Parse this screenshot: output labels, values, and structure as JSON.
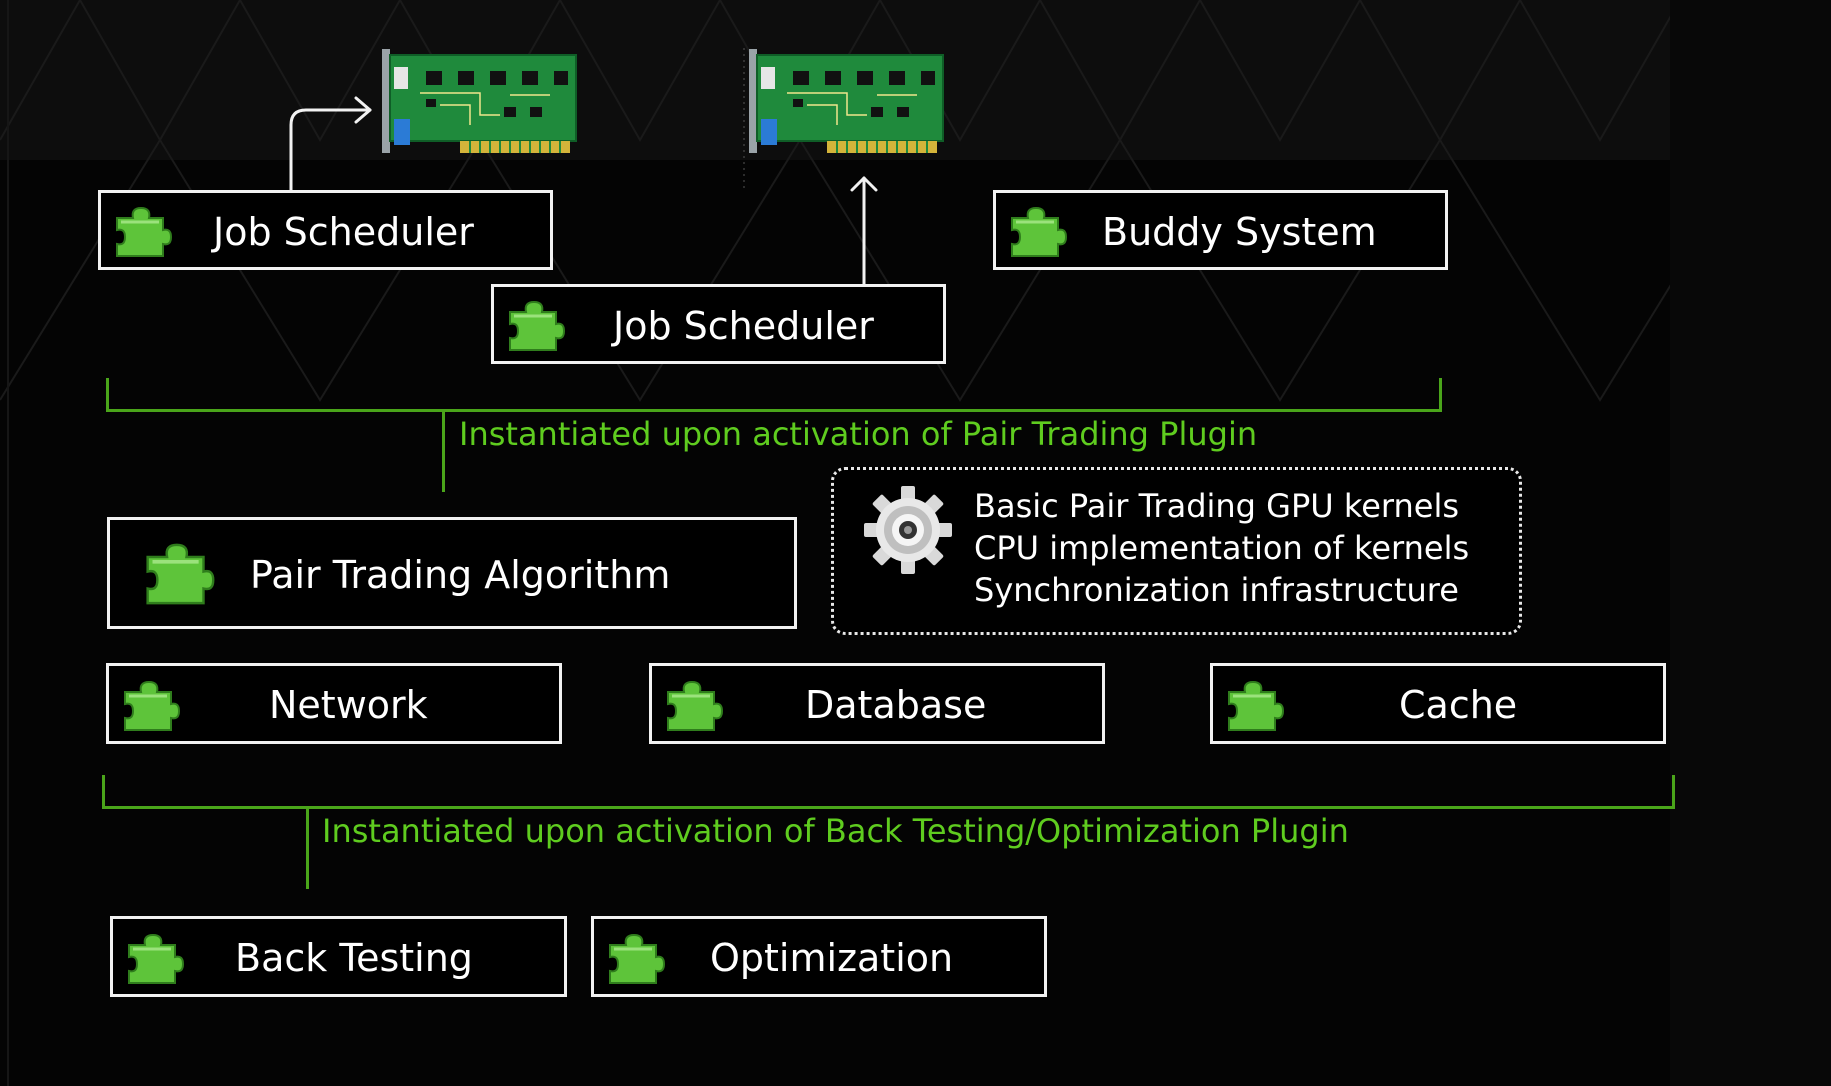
{
  "diagram": {
    "modules_top": [
      {
        "id": "job-scheduler-1",
        "label": "Job Scheduler"
      },
      {
        "id": "job-scheduler-2",
        "label": "Job Scheduler"
      },
      {
        "id": "buddy-system",
        "label": "Buddy System"
      }
    ],
    "note_pair_trading": "Instantiated upon activation of Pair Trading Plugin",
    "pair_trading_algorithm": {
      "label": "Pair Trading Algorithm"
    },
    "kernel_info": {
      "icon": "gear-icon",
      "lines": [
        "Basic Pair Trading GPU kernels",
        "CPU implementation of kernels",
        "Synchronization infrastructure"
      ]
    },
    "modules_mid": [
      {
        "id": "network",
        "label": "Network"
      },
      {
        "id": "database",
        "label": "Database"
      },
      {
        "id": "cache",
        "label": "Cache"
      }
    ],
    "note_backtesting": "Instantiated upon activation of Back Testing/Optimization Plugin",
    "modules_bottom": [
      {
        "id": "back-testing",
        "label": "Back Testing"
      },
      {
        "id": "optimization",
        "label": "Optimization"
      }
    ],
    "icons": {
      "module_icon": "puzzle-piece-icon",
      "hardware_icon": "gpu-card-icon"
    },
    "colors": {
      "background": "#000000",
      "box_border": "#f2f2f2",
      "accent_green": "#5fcc1f",
      "puzzle_green": "#5ec43a",
      "board_green": "#1f8a3c"
    }
  }
}
